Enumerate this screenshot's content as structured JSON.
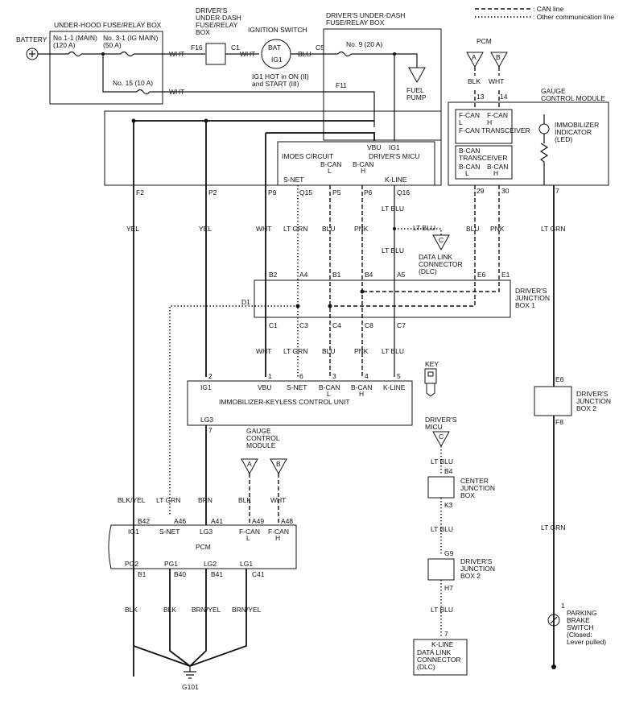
{
  "legend": {
    "can_line": ": CAN line",
    "other_line": ": Other communication line"
  },
  "components": {
    "battery": "BATTERY",
    "underhood_box": "UNDER-HOOD FUSE/RELAY BOX",
    "fuse_main": [
      "No.1-1 (MAIN)",
      "(120 A)"
    ],
    "fuse_ig_main": [
      "No. 3-1 (IG MAIN)",
      "(50 A)"
    ],
    "fuse_15": "No. 15 (10 A)",
    "dash_box_1": [
      "DRIVER'S",
      "UNDER-DASH",
      "FUSE/RELAY",
      "BOX"
    ],
    "ign_switch": "IGNITION SWITCH",
    "ign_bat": "BAT",
    "ign_ig1": "IG1",
    "ign_note": [
      "IG1 HOT in ON (II)",
      "and START (III)"
    ],
    "dash_box_2": [
      "DRIVER'S UNDER-DASH",
      "FUSE/RELAY BOX"
    ],
    "fuse_9": "No. 9 (20 A)",
    "fuel_pump": [
      "FUEL",
      "PUMP"
    ],
    "pcm_top": "PCM",
    "gauge_module": [
      "GAUGE",
      "CONTROL MODULE"
    ],
    "fcan_trans": "F-CAN TRANSCEIVER",
    "bcan_trans": [
      "B-CAN",
      "TRANSCEIVER"
    ],
    "immob_ind": [
      "IMMOBILIZER",
      "INDICATOR",
      "(LED)"
    ],
    "imoes": "IMOES CIRCUIT",
    "driver_micu": "DRIVER'S MICU",
    "dlc_top": [
      "DATA LINK",
      "CONNECTOR",
      "(DLC)"
    ],
    "djb1": [
      "DRIVER'S",
      "JUNCTION",
      "BOX 1"
    ],
    "immob_unit": "IMMOBILIZER-KEYLESS CONTROL UNIT",
    "key": "KEY",
    "djb2_right": [
      "DRIVER'S",
      "JUNCTION",
      "BOX 2"
    ],
    "gauge_small": [
      "GAUGE",
      "CONTROL",
      "MODULE"
    ],
    "micu_small": [
      "DRIVER'S",
      "MICU"
    ],
    "center_jb": [
      "CENTER",
      "JUNCTION",
      "BOX"
    ],
    "djb2_mid": [
      "DRIVER'S",
      "JUNCTION",
      "BOX 2"
    ],
    "pcm_bottom": "PCM",
    "dlc_bottom": [
      "DATA LINK",
      "CONNECTOR",
      "(DLC)"
    ],
    "parking_switch": [
      "PARKING",
      "BRAKE",
      "SWITCH",
      "(Closed:",
      "Lever pulled)"
    ],
    "ground": "G101"
  },
  "wires": {
    "wht": "WHT",
    "blu": "BLU",
    "yel": "YEL",
    "blk": "BLK",
    "ltgrn": "LT GRN",
    "pnk": "PNK",
    "ltblu": "LT BLU",
    "blkyel": "BLK/YEL",
    "brn": "BRN",
    "brnyel": "BRN/YEL"
  },
  "pins": {
    "f16": "F16",
    "c1": "C1",
    "c5": "C5",
    "f11": "F11",
    "f2": "F2",
    "p2": "P2",
    "p9": "P9",
    "q15": "Q15",
    "p5": "P5",
    "p6": "P6",
    "q16": "Q16",
    "vbu": "VBU",
    "ig1": "IG1",
    "snet": "S-NET",
    "bcanl": [
      "B-CAN",
      "L"
    ],
    "bcanh": [
      "B-CAN",
      "H"
    ],
    "kline": "K-LINE",
    "pcm13": "13",
    "pcm14": "14",
    "fcanl": [
      "F-CAN",
      "L"
    ],
    "fcanh": [
      "F-CAN",
      "H"
    ],
    "g29": "29",
    "g30": "30",
    "g7": "7",
    "b2": "B2",
    "a4": "A4",
    "b1": "B1",
    "b4": "B4",
    "a5": "A5",
    "e6": "E6",
    "e1": "E1",
    "d1": "D1",
    "c1b": "C1",
    "c3": "C3",
    "c4": "C4",
    "c8": "C8",
    "c7": "C7",
    "u2": "2",
    "u1": "1",
    "u6": "6",
    "u3": "3",
    "u4": "4",
    "u5": "5",
    "lg3": "LG3",
    "u7": "7",
    "e6r": "E6",
    "f8": "F8",
    "b42": "B42",
    "a46": "A46",
    "a41": "A41",
    "a49": "A49",
    "a48": "A48",
    "ig1p": "IG1",
    "snetp": "S-NET",
    "lg3p": "LG3",
    "fcanlp": [
      "F-CAN",
      "L"
    ],
    "fcanhp": [
      "F-CAN",
      "H"
    ],
    "pg2": "PG2",
    "pg1": "PG1",
    "lg2": "LG2",
    "lg1": "LG1",
    "pb1": "B1",
    "pb40": "B40",
    "pb41": "B41",
    "pc41": "C41",
    "b4m": "B4",
    "k3": "K3",
    "g9": "G9",
    "h7": "H7",
    "d7": "7",
    "s1": "1"
  },
  "connectors": {
    "a": "A",
    "b": "B",
    "c": "C"
  }
}
